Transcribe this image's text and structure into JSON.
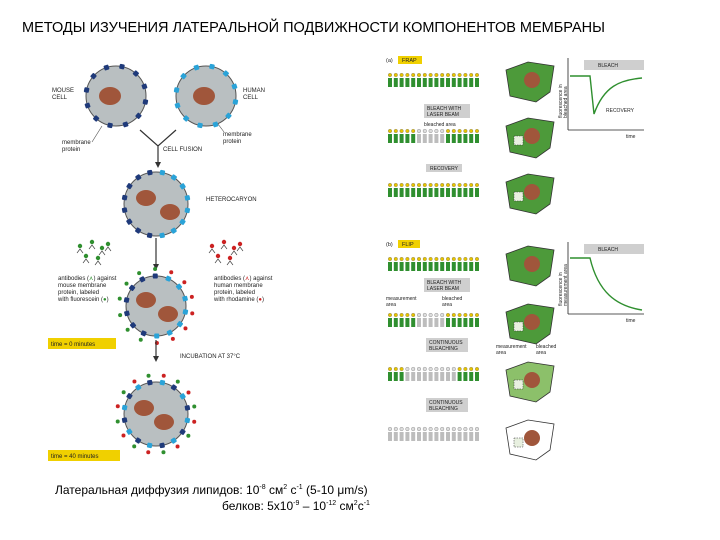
{
  "title": "МЕТОДЫ ИЗУЧЕНИЯ ЛАТЕРАЛЬНОЙ ПОДВИЖНОСТИ КОМПОНЕНТОВ МЕМБРАНЫ",
  "cell_fusion": {
    "mouse_cell": [
      "MOUSE",
      "CELL"
    ],
    "human_cell": [
      "HUMAN",
      "CELL"
    ],
    "membrane_protein_left": [
      "membrane",
      "protein"
    ],
    "membrane_protein_right": [
      "membrane",
      "protein"
    ],
    "cell_fusion": "CELL FUSION",
    "heterocaryon": "HETEROCARYON",
    "antibodies_mouse": [
      "antibodies (",
      ") against",
      "mouse membrane",
      "protein, labeled",
      "with fluorescein (",
      ")"
    ],
    "antibodies_human": [
      "antibodies (",
      ") against",
      "human membrane",
      "protein, labeled",
      "with rhodamine (",
      ")"
    ],
    "time0": "time = 0 minutes",
    "incubation": "INCUBATION AT 37°C",
    "time40": "time = 40 minutes"
  },
  "frap": {
    "panel_a": "(a)",
    "frap_label": "FRAP",
    "bleach_with_laser_1": [
      "BLEACH WITH",
      "LASER BEAM"
    ],
    "bleached_area": "bleached area",
    "recovery_box": "RECOVERY",
    "graph_ylabel": [
      "fluorescence in",
      "bleached area"
    ],
    "graph_bleach": "BLEACH",
    "graph_recovery": "RECOVERY",
    "graph_time": "time"
  },
  "flip": {
    "panel_b": "(b)",
    "flip_label": "FLIP",
    "bleach_with_laser_2": [
      "BLEACH WITH",
      "LASER BEAM"
    ],
    "measurement_area": [
      "measurement",
      "area"
    ],
    "bleached_area_b": [
      "bleached",
      "area"
    ],
    "continuous_bleaching_1": [
      "CONTINUOUS",
      "BLEACHING"
    ],
    "continuous_bleaching_2": [
      "CONTINUOUS",
      "BLEACHING"
    ],
    "measurement_area_2": [
      "measurement",
      "area"
    ],
    "bleached_area_2": [
      "bleached",
      "area"
    ],
    "graph_ylabel": [
      "fluorescence in",
      "measurement area"
    ],
    "graph_bleach": "BLEACH",
    "graph_time": "time"
  },
  "caption": {
    "line1_a": "Латеральная диффузия липидов: 10",
    "line1_exp1": "-8",
    "line1_b": " см",
    "line1_exp2": "2",
    "line1_c": " с",
    "line1_exp3": "-1",
    "line1_d": "   (5-10 μm/s)",
    "line2_a": "белков: 5х10",
    "line2_exp1": "-9",
    "line2_b": " – 10",
    "line2_exp2": "-12",
    "line2_c": " см",
    "line2_exp3": "2",
    "line2_d": "с",
    "line2_exp4": "-1"
  },
  "colors": {
    "cell_gray": "#b9bfc1",
    "nucleus": "#a0563b",
    "mouse_protein": "#1f3a7a",
    "human_protein": "#2aa3d8",
    "green": "#2f8f2f",
    "cell_green": "#4d9a3a",
    "red_dot": "#cc2222",
    "panel_label_bg": "#f0d000"
  }
}
